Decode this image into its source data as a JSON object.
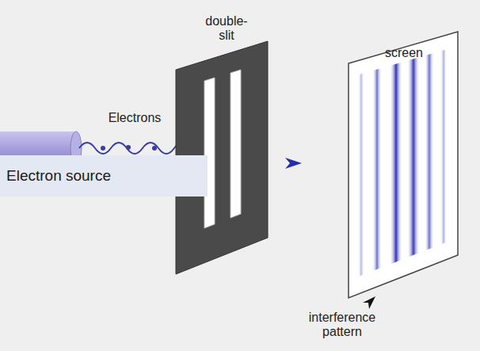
{
  "diagram": {
    "nodes": [
      {
        "text": [
          "Electron source"
        ]
      }
    ],
    "labels": [
      "double-slit",
      "Electrons",
      "screen",
      "interference pattern"
    ]
  }
}
